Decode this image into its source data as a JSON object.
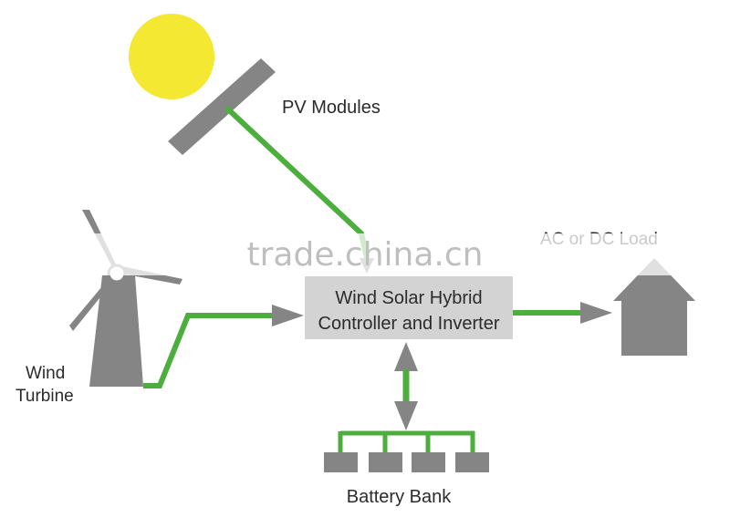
{
  "labels": {
    "pv_modules": "PV Modules",
    "controller_line1": "Wind Solar Hybrid",
    "controller_line2": "Controller and Inverter",
    "wind_line1": "Wind",
    "wind_line2": "Turbine",
    "load": "AC or DC Load",
    "battery": "Battery Bank"
  },
  "watermark": "trade.china.cn",
  "colors": {
    "sun": "#f5e832",
    "wire": "#4cae3c",
    "component": "#858585",
    "controller_box": "#d3d3d3",
    "text": "#2b2b2b"
  },
  "icons": [
    "sun-icon",
    "pv-panel-icon",
    "wind-turbine-icon",
    "house-icon",
    "battery-icon"
  ]
}
